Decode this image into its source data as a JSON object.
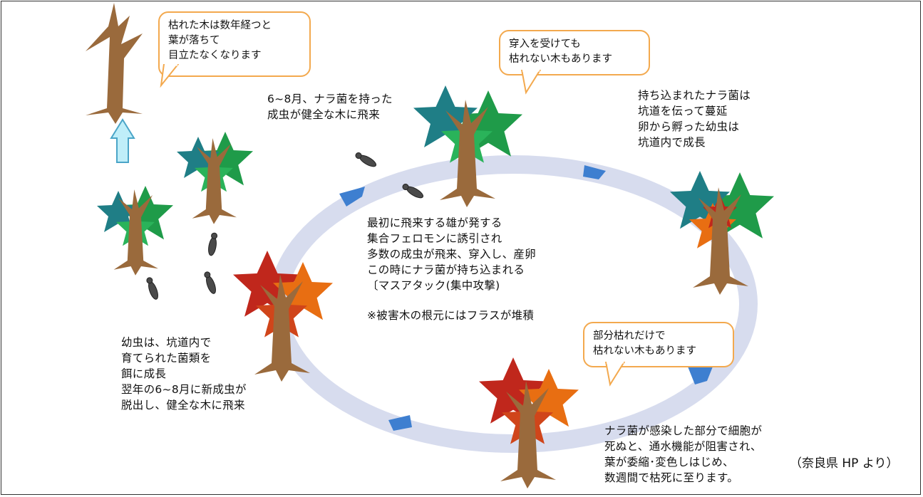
{
  "bubbles": {
    "dead_tree": "枯れた木は数年経つと\n葉が落ちて\n目立たなくなります",
    "not_dying": "穿入を受けても\n枯れない木もあります",
    "partial": "部分枯れだけで\n枯れない木もあります"
  },
  "texts": {
    "adult_flight": "6~8月、ナラ菌を持った\n成虫が健全な木に飛来",
    "fungus_spread": "持ち込まれたナラ菌は\n坑道を伝って蔓延\n卵から孵った幼虫は\n坑道内で成長",
    "mass_attack": "最初に飛来する雄が発する\n集合フェロモンに誘引され\n多数の成虫が飛来、穿入し、産卵\nこの時にナラ菌が持ち込まれる\n〔マスアタック(集中攻撃)",
    "frass_note": "※被害木の根元にはフラスが堆積",
    "larva": "幼虫は、坑道内で\n育てられた菌類を\n餌に成長\n翌年の6~8月に新成虫が\n脱出し、健全な木に飛来",
    "death": "ナラ菌が感染した部分で細胞が\n死ぬと、通水機能が阻害され、\n葉が委縮･変色しはじめ、\n数週間で枯死に至ります。"
  },
  "source": "（奈良県 HP より）",
  "colors": {
    "bubble_border": "#f3a94e",
    "cycle_ring": "#d7dcee",
    "cycle_arrow": "#3e7fd0",
    "trunk": "#9a6a3c",
    "healthy_leaf": "#1f9b49",
    "teal_leaf": "#1f7e86",
    "red_leaf": "#c0271c",
    "orange_leaf": "#e86e12"
  }
}
